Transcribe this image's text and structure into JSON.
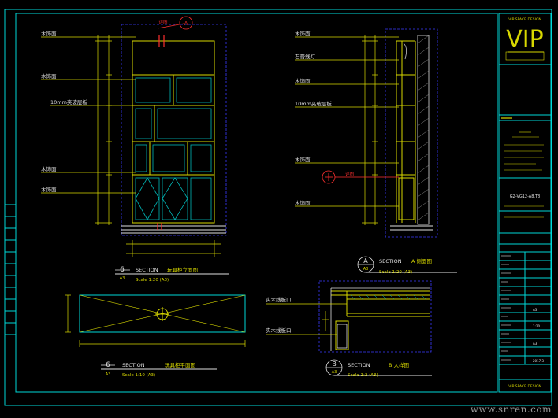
{
  "colors": {
    "background": "#000000",
    "frame": "#00d8d8",
    "furniture": "#d8d800",
    "dashed": "#3a3aff",
    "highlight": "#ff3030",
    "text": "#e0e0e0",
    "label_text": "#d8d800",
    "watermark": "#9a9a9a"
  },
  "sheet": {
    "logo_mark": "VIP",
    "brand_tagline": "VIP SPACE DESIGN",
    "brand_footer": "VIP SPACE DESIGN",
    "project_code": "GZ-VG12-A8.T8",
    "revision_note": "SECTION",
    "table_values": [
      "A3",
      "1:20",
      "A3",
      "2017.3"
    ]
  },
  "views": {
    "top_left": {
      "leaders": [
        "木饰面",
        "木饰面",
        "10mm夹玻层板",
        "木饰面",
        "木饰面"
      ],
      "section_mark": {
        "number": "6",
        "sheet": "A3",
        "word": "SECTION",
        "title": "玩具柜立面图",
        "scale": "Scale 1:20 (A3)"
      },
      "callout_letter": "A",
      "callout_label": "详图"
    },
    "top_right": {
      "leaders": [
        "木饰面",
        "石膏线灯",
        "木饰面",
        "10mm夹玻层板",
        "木饰面",
        "木饰面"
      ],
      "section_mark": {
        "number": "A",
        "sheet": "A3",
        "word": "SECTION",
        "subtitle": "A 侧面图",
        "scale": "Scale 1:20 (A3)"
      },
      "callout_label": "详图"
    },
    "bottom_left": {
      "section_mark": {
        "number": "6",
        "sheet": "A3",
        "word": "SECTION",
        "title": "玩具柜平面图",
        "scale": "Scale 1:10 (A3)"
      }
    },
    "bottom_right": {
      "leaders": [
        "实木线板口",
        "实木线板口"
      ],
      "section_mark": {
        "number": "B",
        "sheet": "A3",
        "word": "SECTION",
        "subtitle": "B 大样图",
        "scale": "Scale 1:2 (A3)"
      }
    }
  },
  "watermark": "www.snren.com"
}
